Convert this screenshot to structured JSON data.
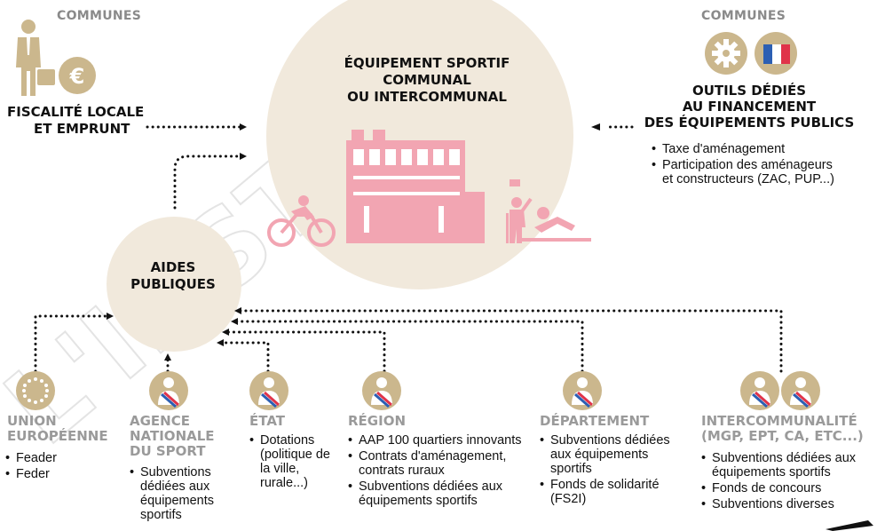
{
  "colors": {
    "circle_fill": "#f1e9dc",
    "gold": "#cbb78d",
    "pink": "#f2a5b2",
    "grey_text": "#8a8a8a",
    "dots": "#111111"
  },
  "watermark": "L'INSTITUT",
  "left_communes": {
    "title": "COMMUNES",
    "label_line1": "FISCALITÉ LOCALE",
    "label_line2": "ET EMPRUNT",
    "icons": [
      "businessman-icon",
      "euro-coin-icon"
    ]
  },
  "right_communes": {
    "title": "COMMUNES",
    "heading_line1": "OUTILS DÉDIÉS",
    "heading_line2": "AU FINANCEMENT",
    "heading_line3": "DES ÉQUIPEMENTS PUBLICS",
    "items": [
      "Taxe d'aménagement",
      "Participation des aménageurs",
      "et constructeurs (ZAC, PUP...)"
    ],
    "icons": [
      "gear-icon",
      "french-flag-icon"
    ]
  },
  "center": {
    "title_line1": "ÉQUIPEMENT SPORTIF",
    "title_line2": "COMMUNAL",
    "title_line3": "OU INTERCOMMUNAL",
    "icons": [
      "building-icon",
      "cyclist-icon",
      "flag-athlete-icon",
      "swimmer-icon"
    ]
  },
  "aides": {
    "line1": "AIDES",
    "line2": "PUBLIQUES"
  },
  "funders": [
    {
      "title": [
        "UNION",
        "EUROPÉENNE"
      ],
      "items": [
        "Feader",
        "Feder"
      ],
      "icon": "eu-stars-icon"
    },
    {
      "title": [
        "AGENCE",
        "NATIONALE",
        "DU SPORT"
      ],
      "items": [
        "Subventions dédiées aux équipements sportifs"
      ],
      "icon": "official-sash-icon"
    },
    {
      "title": [
        "ÉTAT"
      ],
      "items": [
        "Dotations (politique de la ville, rurale...)"
      ],
      "icon": "official-sash-icon"
    },
    {
      "title": [
        "RÉGION"
      ],
      "items": [
        "AAP 100 quartiers innovants",
        "Contrats d'aménagement, contrats ruraux",
        "Subventions dédiées aux équipements sportifs"
      ],
      "icon": "official-sash-icon"
    },
    {
      "title": [
        "DÉPARTEMENT"
      ],
      "items": [
        "Subventions dédiées aux équipements sportifs",
        "Fonds de solidarité (FS2I)"
      ],
      "icon": "official-sash-icon"
    },
    {
      "title": [
        "INTERCOMMUNALITÉ",
        "(MGP, EPT, CA, ETC...)"
      ],
      "items": [
        "Subventions dédiées aux équipements sportifs",
        "Fonds de concours",
        "Subventions diverses"
      ],
      "icon": "official-sash-icon"
    }
  ]
}
